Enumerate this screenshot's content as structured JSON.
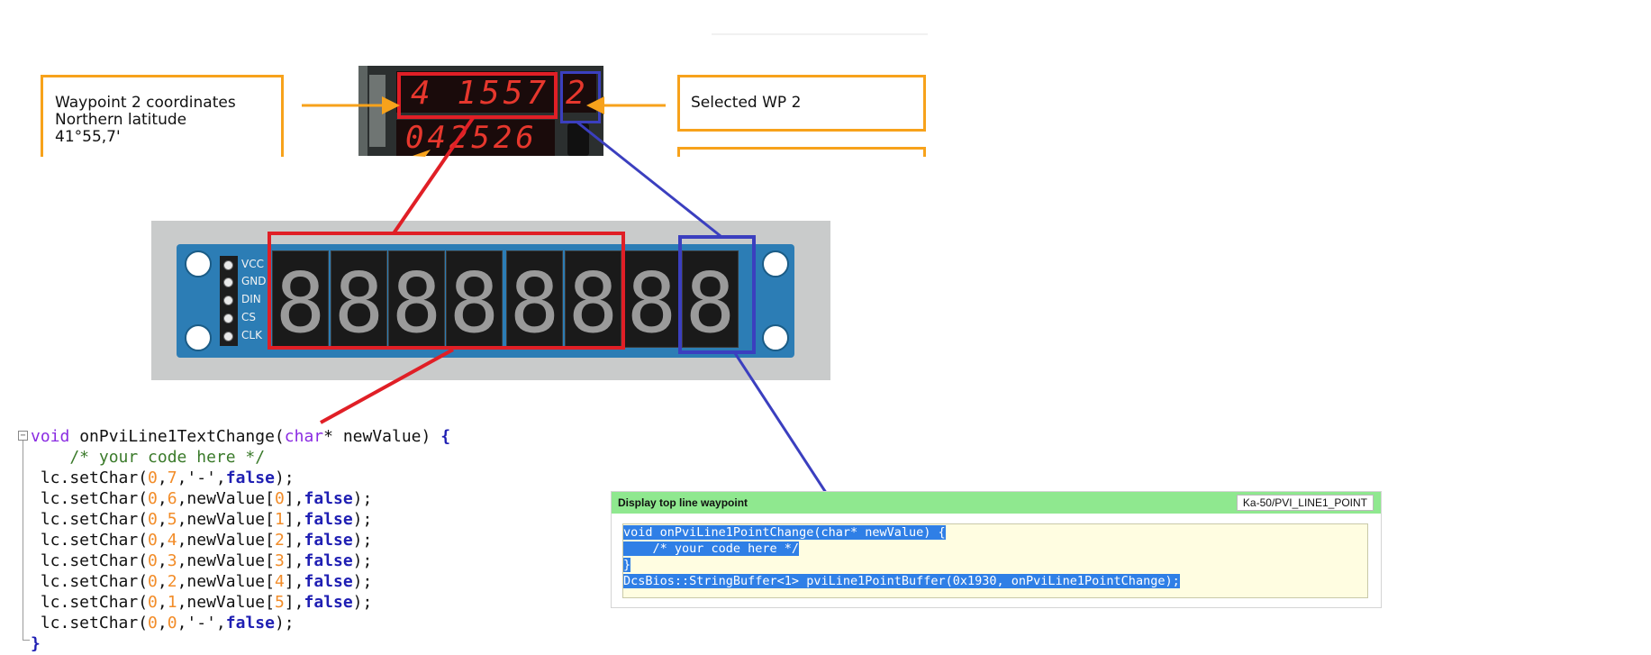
{
  "callouts": {
    "left_text": "Waypoint 2 coordinates\nNorthern latitude\n41°55,7'",
    "right_text": "Selected WP 2"
  },
  "panel": {
    "line1": "4 1557",
    "line1_point": "2",
    "line2": "042526"
  },
  "module": {
    "pin_labels": [
      "VCC",
      "GND",
      "DIN",
      "CS",
      "CLK"
    ],
    "digits": [
      "8",
      "8",
      "8",
      "8",
      "8",
      "8",
      "8",
      "8"
    ]
  },
  "code_lines": [
    "void onPviLine1TextChange(char* newValue) {",
    "    /* your code here */",
    " lc.setChar(0,7,'-',false);",
    " lc.setChar(0,6,newValue[0],false);",
    " lc.setChar(0,5,newValue[1],false);",
    " lc.setChar(0,4,newValue[2],false);",
    " lc.setChar(0,3,newValue[3],false);",
    " lc.setChar(0,2,newValue[4],false);",
    " lc.setChar(0,1,newValue[5],false);",
    " lc.setChar(0,0,'-',false);",
    "}"
  ],
  "card": {
    "title": "Display top line waypoint",
    "badge": "Ka-50/PVI_LINE1_POINT",
    "snippet_lines": [
      "void onPviLine1PointChange(char* newValue) {",
      "    /* your code here */",
      "}",
      "DcsBios::StringBuffer<1> pviLine1PointBuffer(0x1930, onPviLine1PointChange);"
    ]
  },
  "colors": {
    "callout_border": "#f7a21b",
    "red_marker": "#e01f26",
    "blue_marker": "#3b3fbf",
    "card_header": "#8fe88f",
    "snippet_bg": "#fffde1",
    "selection": "#2f7fe6"
  }
}
